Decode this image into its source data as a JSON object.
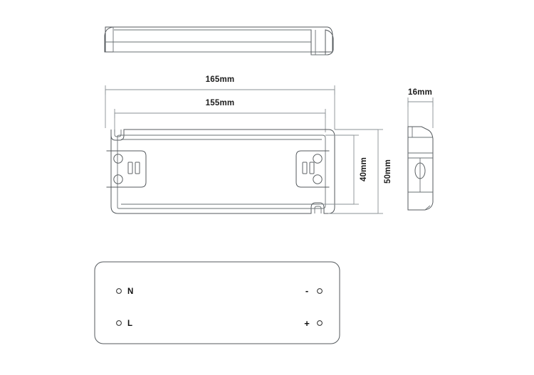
{
  "drawing": {
    "title": "LED driver mechanical dimension drawing",
    "background_color": "#ffffff",
    "line_color": "#555a5e",
    "dimension_line_color": "#8a9094",
    "text_color": "#111111"
  },
  "dimensions": {
    "overall_length": "165mm",
    "mounting_hole_spacing": "155mm",
    "body_width": "40mm",
    "overall_width": "50mm",
    "height": "16mm"
  },
  "views": {
    "front_elevation": {
      "name": "front-elevation-view"
    },
    "plan": {
      "name": "plan-view"
    },
    "side": {
      "name": "side-view"
    },
    "bottom": {
      "name": "bottom-view"
    }
  },
  "terminals": {
    "input": [
      {
        "label": "N",
        "name": "terminal-neutral"
      },
      {
        "label": "L",
        "name": "terminal-live"
      }
    ],
    "output": [
      {
        "label": "-",
        "name": "terminal-negative"
      },
      {
        "label": "+",
        "name": "terminal-positive"
      }
    ]
  }
}
